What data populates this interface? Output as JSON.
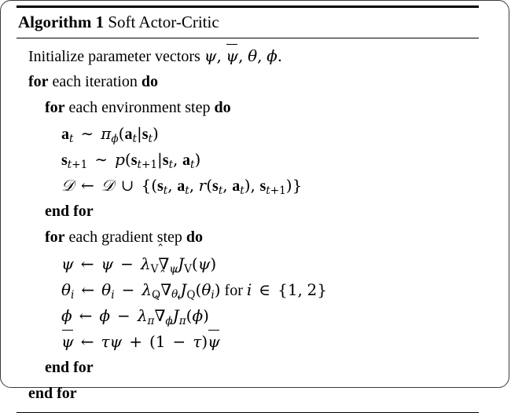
{
  "document": {
    "kind": "algorithm-pseudocode-figure",
    "title": {
      "label_bold": "Algorithm 1",
      "name": " Soft Actor-Critic"
    }
  },
  "algorithm": {
    "lines": [
      {
        "id": "init",
        "indent": 1,
        "plain": "Initialize parameter vectors ψ, ψ̄, θ, ϕ.",
        "text_prefix": "Initialize parameter vectors ",
        "math": "ψ, ψ̄, θ, ϕ."
      },
      {
        "id": "for-iteration",
        "indent": 1,
        "plain": "for each iteration do",
        "kw_start": "for",
        "text_mid": " each iteration ",
        "kw_end": "do"
      },
      {
        "id": "for-env-step",
        "indent": 2,
        "plain": "for each environment step do",
        "kw_start": "for",
        "text_mid": " each environment step ",
        "kw_end": "do"
      },
      {
        "id": "sample-action",
        "indent": 3,
        "plain": "a_t ~ π_ϕ(a_t|s_t)",
        "math": "𝐚_t ∼ π_ϕ(𝐚_t|𝐬_t)"
      },
      {
        "id": "sample-next-state",
        "indent": 3,
        "plain": "s_{t+1} ~ p(s_{t+1}|s_t, a_t)",
        "math": "𝐬_{t+1} ∼ p(𝐬_{t+1}|𝐬_t, 𝐚_t)"
      },
      {
        "id": "replay-buffer-update",
        "indent": 3,
        "plain": "D ← D ∪ {(s_t, a_t, r(s_t, a_t), s_{t+1})}",
        "math": "𝒟 ← 𝒟 ∪ {(𝐬_t, 𝐚_t, r(𝐬_t, 𝐚_t), 𝐬_{t+1})}"
      },
      {
        "id": "end-for-env-step",
        "indent": 2,
        "plain": "end for",
        "kw_start": "end for"
      },
      {
        "id": "for-gradient-step",
        "indent": 2,
        "plain": "for each gradient step do",
        "kw_start": "for",
        "text_mid": " each gradient step ",
        "kw_end": "do"
      },
      {
        "id": "update-psi",
        "indent": 3,
        "plain": "ψ ← ψ − λ_V ∇̂_ψ J_V(ψ)",
        "math": "ψ ← ψ − λ_V ∇̂_ψ J_V(ψ)"
      },
      {
        "id": "update-theta",
        "indent": 3,
        "plain": "θ_i ← θ_i − λ_Q ∇̂_{θ_i} J_Q(θ_i) for i ∈ {1, 2}",
        "math": "θ_i ← θ_i − λ_Q ∇̂_{θ_i} J_Q(θ_i)",
        "text_tail": " for i ∈ {1, 2}"
      },
      {
        "id": "update-phi",
        "indent": 3,
        "plain": "ϕ ← ϕ − λ_π ∇̂_ϕ J_π(ϕ)",
        "math": "ϕ ← ϕ − λ_π ∇̂_ϕ J_π(ϕ)"
      },
      {
        "id": "update-target-psi",
        "indent": 3,
        "plain": "ψ̄ ← τψ + (1 − τ)ψ̄",
        "math": "ψ̄ ← τψ + (1 − τ)ψ̄"
      },
      {
        "id": "end-for-gradient-step",
        "indent": 2,
        "plain": "end for",
        "kw_start": "end for"
      },
      {
        "id": "end-for-iteration",
        "indent": 1,
        "plain": "end for",
        "kw_start": "end for"
      }
    ]
  },
  "symbols": {
    "psi": "ψ",
    "psi_bar": "ψ̄",
    "theta": "θ",
    "phi": "ϕ",
    "pi": "π",
    "lambda": "λ",
    "tau": "τ",
    "nabla_hat": "∇̂",
    "calD": "𝒟",
    "sim": "∼",
    "larrow": "←",
    "cup": "∪",
    "in": "∈",
    "minus": "−",
    "plus": "+",
    "indices": [
      "1",
      "2"
    ],
    "subscripts": [
      "t",
      "t+1",
      "i",
      "V",
      "Q",
      "π",
      "ψ",
      "ϕ",
      "θ_i"
    ]
  },
  "style": {
    "background": "#ffffff",
    "text_color": "#000000",
    "rule_color": "#000000",
    "frame_color": "#3a3a3a"
  }
}
